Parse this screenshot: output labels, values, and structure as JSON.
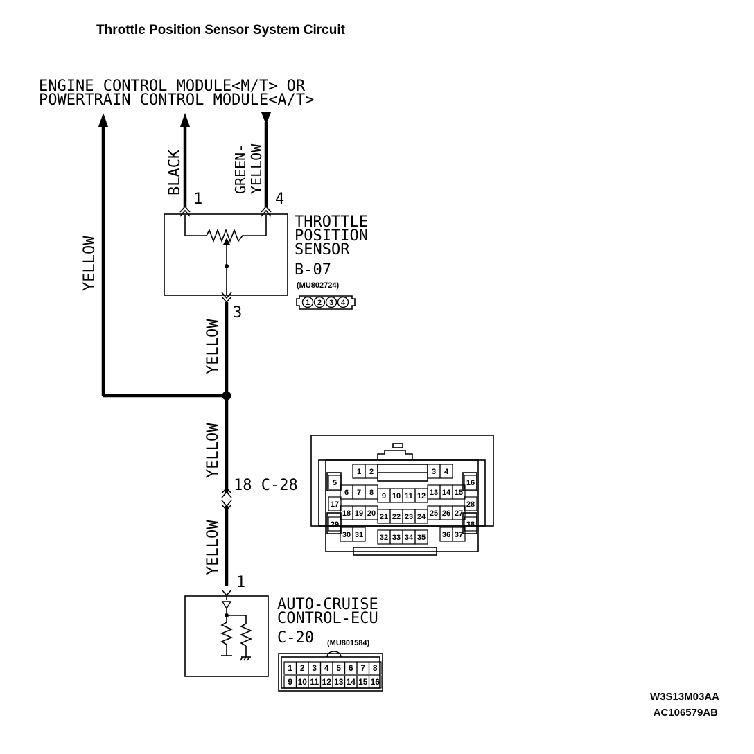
{
  "title": "Throttle Position Sensor System Circuit",
  "ecm": {
    "line1": "ENGINE CONTROL MODULE<M/T> OR",
    "line2": "POWERTRAIN CONTROL MODULE<A/T>"
  },
  "wires": {
    "yellow": "YELLOW",
    "black": "BLACK",
    "green_yellow_1": "GREEN-",
    "green_yellow_2": "YELLOW"
  },
  "sensor": {
    "line1": "THROTTLE",
    "line2": "POSITION",
    "line3": "SENSOR",
    "connector": "B-07",
    "part_no": "(MU802724)",
    "pin_left": "1",
    "pin_right": "4",
    "pin_bottom": "3",
    "connector_pins": [
      "1",
      "2",
      "3",
      "4"
    ]
  },
  "junction_connector": {
    "label": "18 C-28",
    "pins": [
      "1",
      "2",
      "3",
      "4",
      "5",
      "6",
      "7",
      "8",
      "9",
      "10",
      "11",
      "12",
      "13",
      "14",
      "15",
      "16",
      "17",
      "18",
      "19",
      "20",
      "21",
      "22",
      "23",
      "24",
      "25",
      "26",
      "27",
      "28",
      "29",
      "30",
      "31",
      "32",
      "33",
      "34",
      "35",
      "36",
      "37",
      "38"
    ]
  },
  "ecu": {
    "line1": "AUTO-CRUISE",
    "line2": "CONTROL-ECU",
    "connector": "C-20",
    "part_no": "(MU801584)",
    "pin": "1",
    "connector_pins_top": [
      "1",
      "2",
      "3",
      "4",
      "5",
      "6",
      "7",
      "8"
    ],
    "connector_pins_bottom": [
      "9",
      "10",
      "11",
      "12",
      "13",
      "14",
      "15",
      "16"
    ]
  },
  "codes": {
    "line1": "W3S13M03AA",
    "line2": "AC106579AB"
  }
}
